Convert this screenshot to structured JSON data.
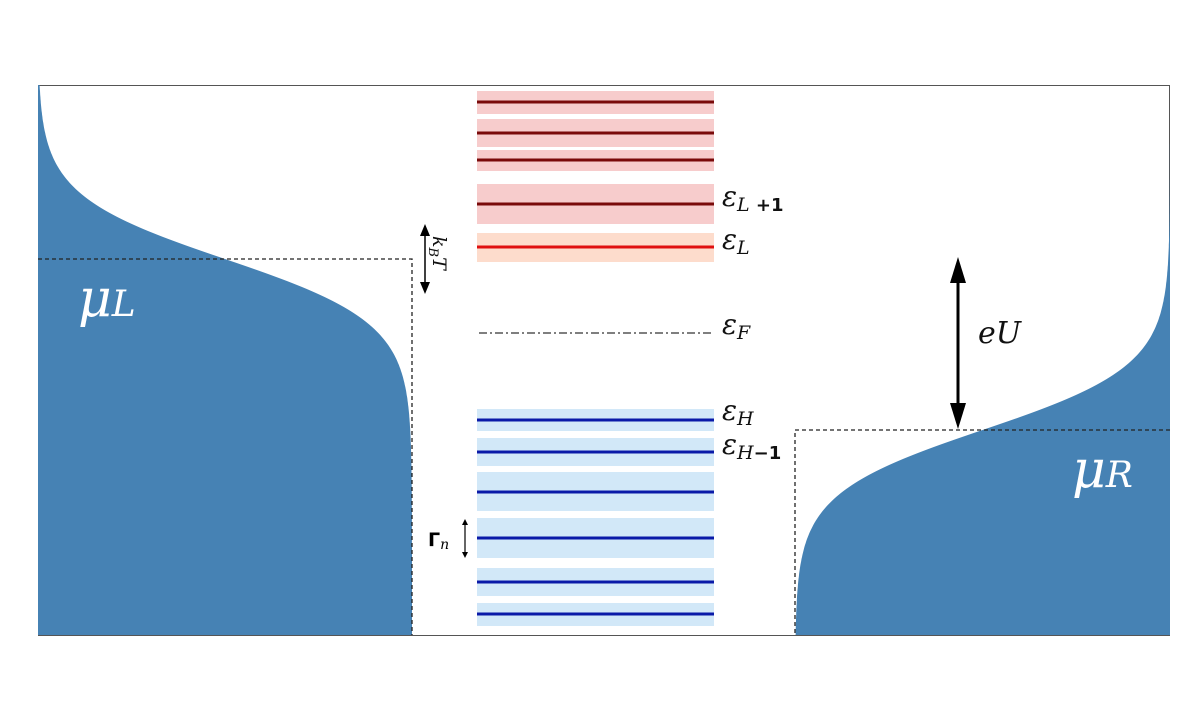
{
  "colors": {
    "reservoir_fill": "#4682b4",
    "unoccupied_band": "#f7cccc",
    "unoccupied_line": "#7a0a0a",
    "lumo_band": "#fddccc",
    "lumo_line": "#e01010",
    "occupied_band": "#d2e8f8",
    "occupied_line": "#0a1aa8"
  },
  "labels": {
    "mu_left": {
      "main": "μ",
      "sub": "L"
    },
    "mu_right": {
      "main": "μ",
      "sub": "R"
    },
    "eps_L1": {
      "main": "ε",
      "sub": "L",
      "suffix": " +1"
    },
    "eps_L": {
      "main": "ε",
      "sub": "L"
    },
    "eps_F": {
      "main": "ε",
      "sub": "F"
    },
    "eps_H": {
      "main": "ε",
      "sub": "H"
    },
    "eps_H1": {
      "main": "ε",
      "sub": "H",
      "suffix": "−1"
    },
    "kbt": {
      "main": "k",
      "sub": "B",
      "tail": "T"
    },
    "gamma": {
      "main": "Γ",
      "sub": "n"
    },
    "bias": "eU"
  }
}
